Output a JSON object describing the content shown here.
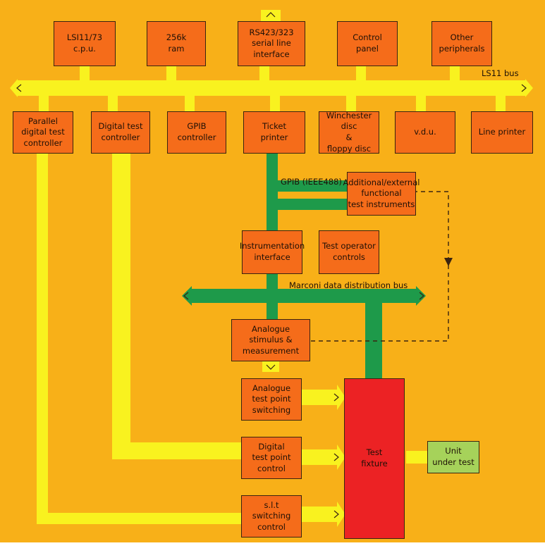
{
  "colors": {
    "background": "#f8b018",
    "lower_strip": "#ffffff",
    "box_fill": "#f56c1a",
    "test_fixture_fill": "#ec2224",
    "unit_under_test_fill": "#a6d25a",
    "yellow_bus": "#f9f21f",
    "green_bus": "#1e9a4a",
    "box_border": "#3a2410"
  },
  "labels": {
    "ls11_bus": "LS11 bus",
    "gpib_bus": "GPIB (IEEE488)",
    "marconi_bus": "Marconi data distribution bus"
  },
  "top_row": {
    "cpu": "LSI11/73\nc.p.u.",
    "ram": "256k\nram",
    "serial": "RS423/323\nserial line\ninterface",
    "control_panel": "Control\npanel",
    "other_peripherals": "Other\nperipherals"
  },
  "second_row": {
    "parallel_controller": "Parallel\ndigital test\ncontroller",
    "digital_test_controller": "Digital test\ncontroller",
    "gpib_controller": "GPIB\ncontroller",
    "ticket_printer": "Ticket\nprinter",
    "winchester": "Winchester\ndisc\n&\nfloppy disc",
    "vdu": "v.d.u.",
    "line_printer": "Line printer"
  },
  "middle": {
    "external_instruments": "Additional/external\nfunctional\ntest instruments",
    "instrumentation_interface": "Instrumentation\ninterface",
    "operator_controls": "Test operator\ncontrols",
    "analogue_stimulus": "Analogue\nstimulus &\nmeasurement"
  },
  "bottom": {
    "analogue_switching": "Analogue\ntest point\nswitching",
    "digital_point_control": "Digital\ntest point\ncontrol",
    "slt_switching": "s.l.t\nswitching\ncontrol",
    "test_fixture": "Test\nfixture",
    "unit_under_test": "Unit\nunder test"
  }
}
